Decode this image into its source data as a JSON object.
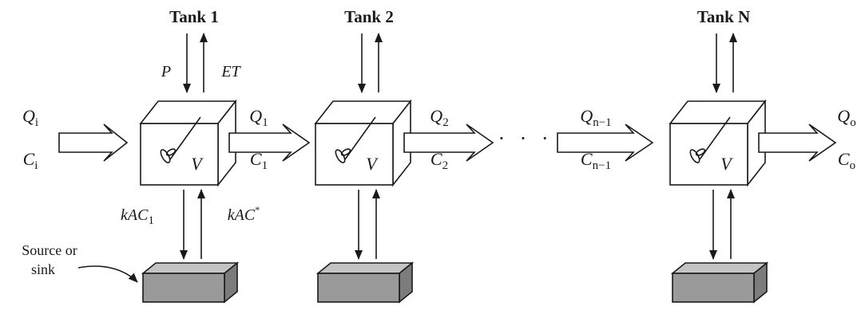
{
  "tanks": [
    {
      "title": "Tank 1",
      "volume": "V"
    },
    {
      "title": "Tank 2",
      "volume": "V"
    },
    {
      "title": "Tank N",
      "volume": "V"
    }
  ],
  "exchange": {
    "precip": "P",
    "evap": "ET"
  },
  "inflow": {
    "q": "Q",
    "q_sub": "i",
    "c": "C",
    "c_sub": "i"
  },
  "links": [
    {
      "q": "Q",
      "q_sub": "1",
      "c": "C",
      "c_sub": "1"
    },
    {
      "q": "Q",
      "q_sub": "2",
      "c": "C",
      "c_sub": "2"
    },
    {
      "q": "Q",
      "q_sub": "n−1",
      "c": "C",
      "c_sub": "n−1"
    }
  ],
  "outflow": {
    "q": "Q",
    "q_sub": "o",
    "c": "C",
    "c_sub": "o"
  },
  "ellipsis": "· · ·",
  "transfer": {
    "down_prefix": "kAC",
    "down_sub": "1",
    "up_prefix": "kAC",
    "up_sup": "*"
  },
  "source": {
    "line1": "Source or",
    "line2": "sink"
  },
  "colors": {
    "ink": "#1a1a1a",
    "block_front": "#9a9a9a",
    "block_top": "#c4c4c4",
    "block_side": "#7c7c7c"
  }
}
